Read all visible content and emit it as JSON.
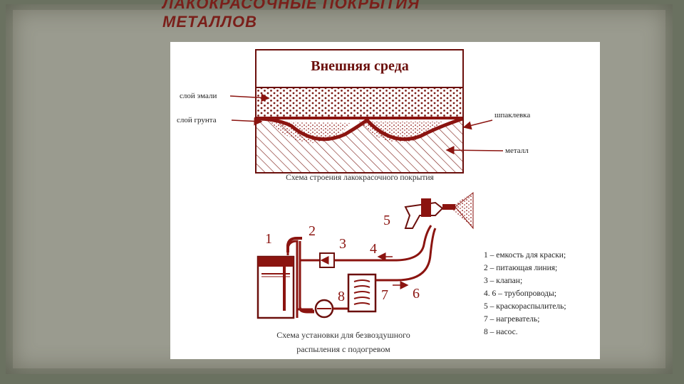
{
  "slide": {
    "title_line1": "ЛАКОКРАСОЧНЫЕ ПОКРЫТИЯ",
    "title_line2": "МЕТАЛЛОВ"
  },
  "layers_diagram": {
    "top_label": "Внешняя среда",
    "enamel_label": "слой эмали",
    "primer_label": "слой грунта",
    "putty_label": "шпаклевка",
    "metal_label": "металл",
    "caption": "Схема строения лакокрасочного покрытия"
  },
  "install_diagram": {
    "numbers": [
      "1",
      "2",
      "3",
      "4",
      "5",
      "6",
      "7",
      "8"
    ],
    "legend": [
      "1 – емкость для краски;",
      "2 – питающая линия;",
      "3 – клапан;",
      "4. 6 – трубопроводы;",
      "5 – краскораспылитель;",
      "7 – нагреватель;",
      "8 – насос."
    ],
    "caption_line1": "Схема установки для безвоздушного",
    "caption_line2": "распыления с подогревом"
  },
  "colors": {
    "accent": "#8b1410",
    "title": "#7a1f1a",
    "background": "#6a7160"
  }
}
